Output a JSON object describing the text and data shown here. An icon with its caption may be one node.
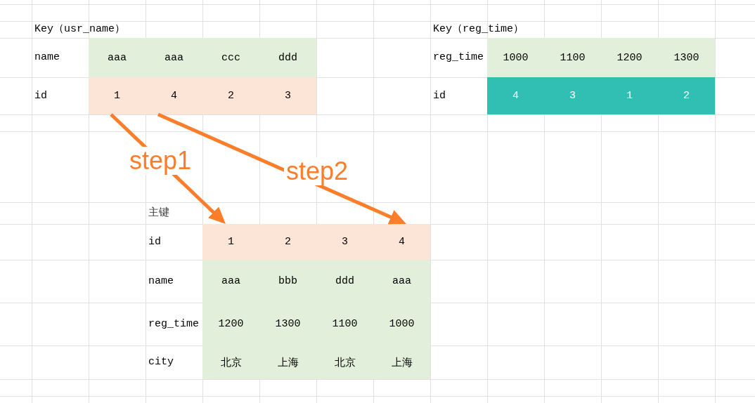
{
  "diagram": {
    "nodes": [
      {
        "text": [
          "aaa"
        ]
      },
      {
        "text": [
          "aaa"
        ]
      },
      {
        "text": [
          "ccc"
        ]
      },
      {
        "text": [
          "ddd"
        ]
      },
      {
        "text": [
          "1"
        ]
      },
      {
        "text": [
          "4"
        ]
      },
      {
        "text": [
          "2"
        ]
      },
      {
        "text": [
          "3"
        ]
      },
      {
        "text": [
          "1000"
        ]
      },
      {
        "text": [
          "1100"
        ]
      },
      {
        "text": [
          "1200"
        ]
      },
      {
        "text": [
          "1300"
        ]
      },
      {
        "text": [
          "4"
        ]
      },
      {
        "text": [
          "3"
        ]
      },
      {
        "text": [
          "1"
        ]
      },
      {
        "text": [
          "2"
        ]
      },
      {
        "text": [
          "1"
        ]
      },
      {
        "text": [
          "2"
        ]
      },
      {
        "text": [
          "3"
        ]
      },
      {
        "text": [
          "4"
        ]
      },
      {
        "text": [
          "aaa"
        ]
      },
      {
        "text": [
          "bbb"
        ]
      },
      {
        "text": [
          "ddd"
        ]
      },
      {
        "text": [
          "aaa"
        ]
      },
      {
        "text": [
          "1200"
        ]
      },
      {
        "text": [
          "1300"
        ]
      },
      {
        "text": [
          "1100"
        ]
      },
      {
        "text": [
          "1000"
        ]
      },
      {
        "text": [
          "北京"
        ]
      },
      {
        "text": [
          "上海"
        ]
      },
      {
        "text": [
          "北京"
        ]
      },
      {
        "text": [
          "上海"
        ]
      }
    ],
    "edges": [
      {
        "from": 4,
        "to": 16,
        "arrow": "to",
        "label": "step1"
      },
      {
        "from": 5,
        "to": 19,
        "arrow": "to",
        "label": "step2"
      }
    ],
    "labels": [
      "Key（usr_name）",
      "name",
      "id",
      "Key（reg_time）",
      "reg_time",
      "id",
      "主键",
      "id",
      "name",
      "reg_time",
      "city"
    ]
  }
}
